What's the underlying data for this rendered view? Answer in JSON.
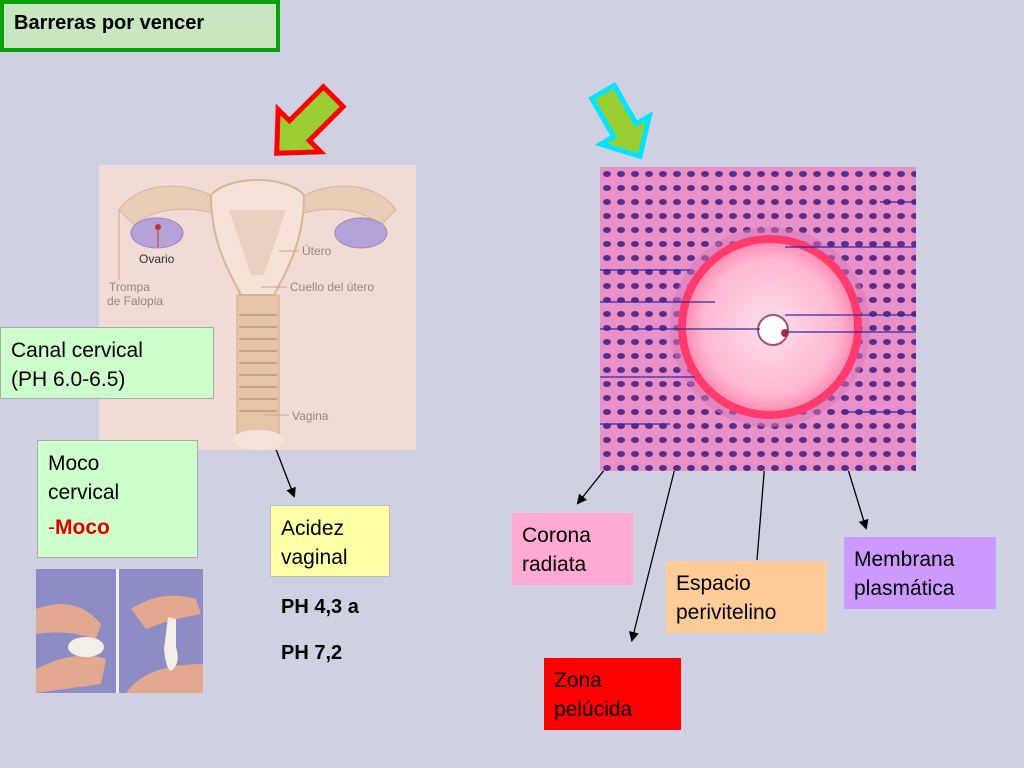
{
  "title": "Barreras por vencer",
  "uterus_labels": {
    "ovario": "Ovario",
    "trompa": "Trompa",
    "falopia": "de Falopia",
    "utero": "Útero",
    "cuello": "Cuello del útero",
    "vagina": "Vagina"
  },
  "canal": {
    "line1": "Canal cervical",
    "line2": "(PH 6.0-6.5)"
  },
  "moco": {
    "line1": "Moco",
    "line2": "cervical",
    "dash": "-",
    "highlight": "Moco"
  },
  "acidez": {
    "line1": "Acidez",
    "line2": "vaginal"
  },
  "ph": {
    "line1": "PH 4,3 a",
    "line2": "PH 7,2"
  },
  "corona": {
    "line1": "Corona",
    "line2": "radiata"
  },
  "espacio": {
    "line1": "Espacio",
    "line2": "perivitelino"
  },
  "membrana": {
    "line1": "Membrana",
    "line2": "plasmática"
  },
  "zona": {
    "line1": "Zona",
    "line2": "pelúcida"
  },
  "colors": {
    "background": "#cfd0e2",
    "title_border": "#0aa00a",
    "green_box": "#ccffcc",
    "yellow_box": "#ffffa8",
    "pink_box": "#ffaad4",
    "orange_box": "#ffcc99",
    "purple_box": "#cc99ff",
    "red_box": "#ff0000"
  }
}
